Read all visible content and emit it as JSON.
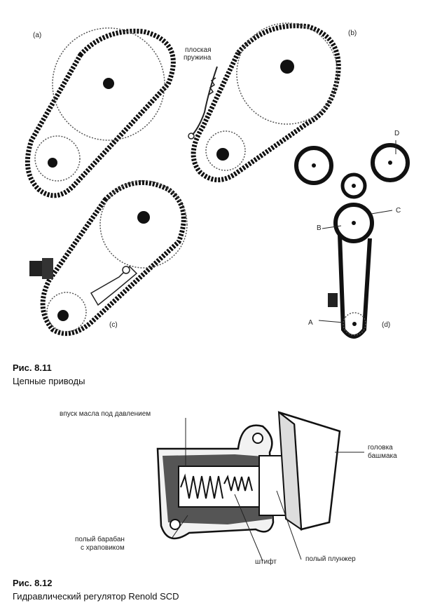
{
  "fig811": {
    "labels": {
      "a": "(a)",
      "b": "(b)",
      "c": "(c)",
      "d": "(d)",
      "A": "A",
      "B": "B",
      "C": "C",
      "D": "D",
      "spring_l1": "плоская",
      "spring_l2": "пружина"
    },
    "caption_number": "Рис. 8.11",
    "caption_text": "Цепные приводы"
  },
  "fig812": {
    "labels": {
      "oil_inlet": "впуск масла под давлением",
      "shoe_l1": "головка",
      "shoe_l2": "башмака",
      "drum_l1": "полый барабан",
      "drum_l2": "с храповиком",
      "pin": "штифт",
      "plunger": "полый плунжер"
    },
    "caption_number": "Рис. 8.12",
    "caption_text": "Гидравлический регулятор Renold SCD"
  }
}
